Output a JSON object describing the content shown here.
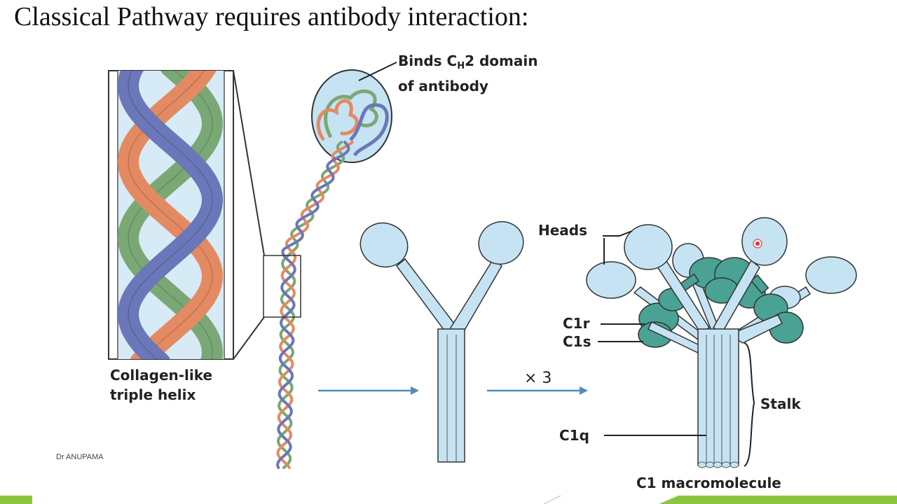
{
  "slide": {
    "title": "Classical Pathway requires antibody interaction:",
    "author": "Dr ANUPAMA"
  },
  "labels": {
    "binds_line1_pre": "Binds C",
    "binds_sub": "H",
    "binds_line1_post": "2 domain",
    "binds_line2": "of antibody",
    "heads": "Heads",
    "collagen_line1": "Collagen-like",
    "collagen_line2": "triple helix",
    "times3": "× 3",
    "c1r": "C1r",
    "c1s": "C1s",
    "stalk": "Stalk",
    "c1q": "C1q",
    "c1_macromolecule": "C1 macromolecule"
  },
  "colors": {
    "strand_green": "#7aa874",
    "strand_orange": "#e38a63",
    "strand_blue": "#6a77b8",
    "head_fill": "#c6e3f4",
    "protease_fill": "#49a294",
    "arrow": "#4f8fb8",
    "footer_green": "#8cc63f"
  }
}
